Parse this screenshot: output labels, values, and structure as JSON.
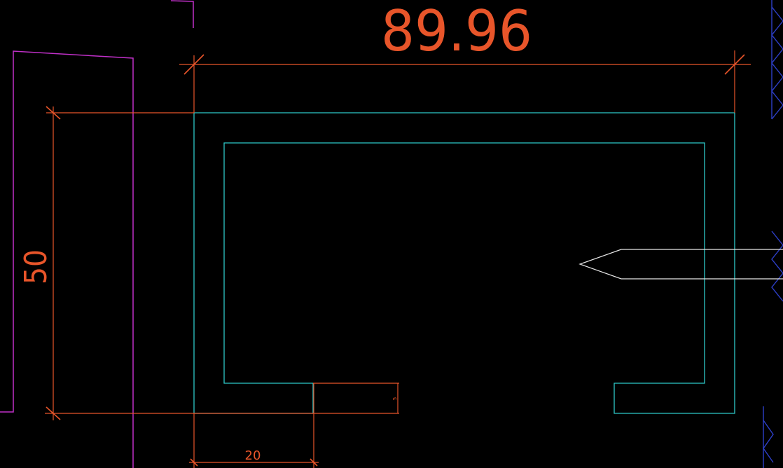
{
  "drawing": {
    "background_color": "#000000",
    "colors": {
      "dimension": "#e8552a",
      "profile": "#2ec9c9",
      "boundary": "#c030c8",
      "leader": "#e6e6e6",
      "hatch": "#2d3fc8"
    },
    "dimensions": {
      "width": "89.96",
      "height": "50",
      "flange": "20",
      "lip": "5"
    }
  }
}
